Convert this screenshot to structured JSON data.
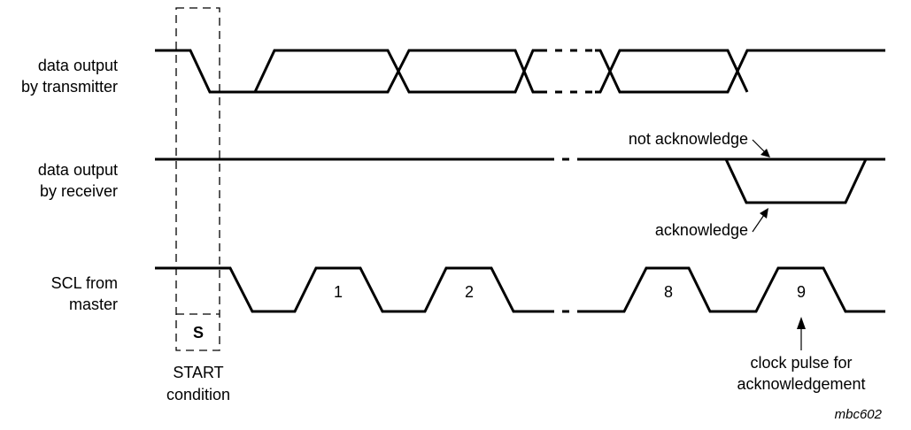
{
  "signals": {
    "transmitter": {
      "line1": "data output",
      "line2": "by transmitter"
    },
    "receiver": {
      "line1": "data output",
      "line2": "by receiver"
    },
    "scl": {
      "line1": "SCL from",
      "line2": "master"
    }
  },
  "start": {
    "symbol": "S",
    "line1": "START",
    "line2": "condition"
  },
  "clock_pulses": [
    "1",
    "2",
    "8",
    "9"
  ],
  "annotations": {
    "not_ack": "not acknowledge",
    "ack": "acknowledge",
    "clock_ack_line1": "clock pulse for",
    "clock_ack_line2": "acknowledgement"
  },
  "figure_id": "mbc602"
}
